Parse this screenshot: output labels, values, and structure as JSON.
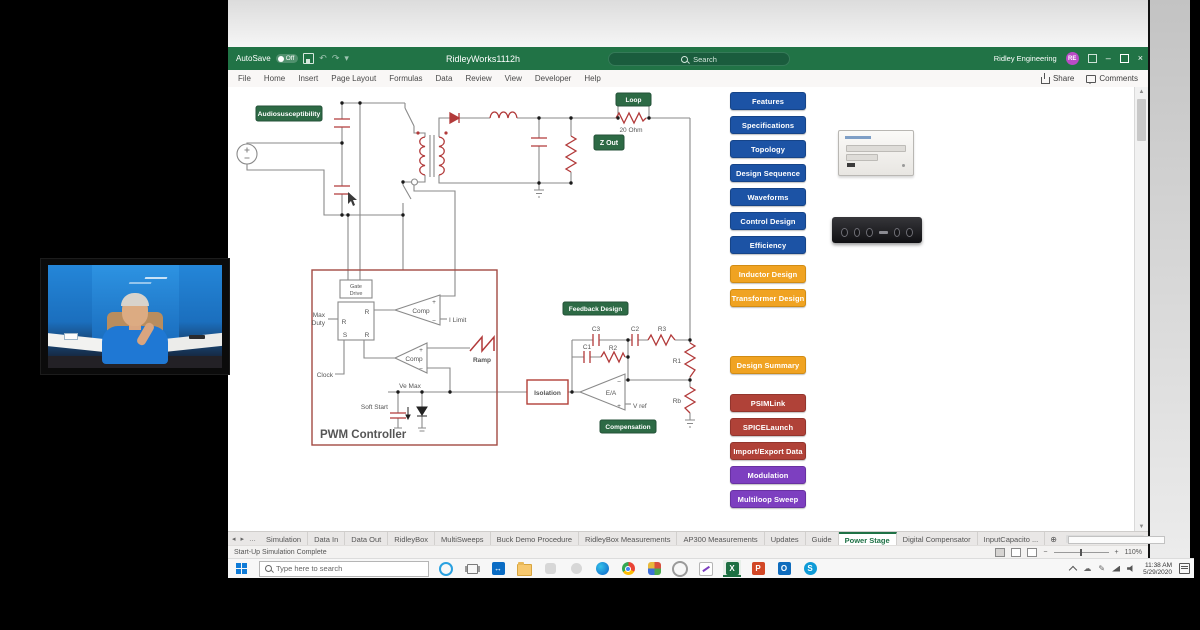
{
  "window": {
    "title": "RidleyWorks1112h",
    "autosave_label": "AutoSave",
    "autosave_state": "Off",
    "search_placeholder": "Search",
    "account_name": "Ridley Engineering",
    "account_initials": "RE",
    "share_label": "Share",
    "comments_label": "Comments",
    "controls": {
      "minimize": "–",
      "close": "×"
    },
    "ribbon_tabs": {
      "file": "File",
      "home": "Home",
      "insert": "Insert",
      "page_layout": "Page Layout",
      "formulas": "Formulas",
      "data": "Data",
      "review": "Review",
      "view": "View",
      "developer": "Developer",
      "help": "Help"
    }
  },
  "circuit": {
    "labels": {
      "audiosusceptibility": "Audiosusceptibility",
      "loop": "Loop",
      "loop_resistor": "20 Ohm",
      "z_out": "Z Out",
      "feedback_design": "Feedback Design",
      "compensation": "Compensation",
      "isolation": "Isolation",
      "pwm_title": "PWM Controller",
      "gate": "Gate",
      "drive": "Drive",
      "max": "Max",
      "duty": "Duty",
      "clock": "Clock",
      "soft_start": "Soft Start",
      "ve_max": "Ve Max",
      "comp": "Comp",
      "i_limit": "I Limit",
      "ramp": "Ramp",
      "error_amp": "E/A",
      "v_ref": "V ref",
      "latch_r": "R",
      "latch_s": "S",
      "c1": "C1",
      "c2": "C2",
      "c3": "C3",
      "r1": "R1",
      "r2": "R2",
      "r3": "R3",
      "rb": "Rb",
      "plus": "+",
      "minus": "−"
    }
  },
  "side_menu": {
    "buttons": [
      "Features",
      "Specifications",
      "Topology",
      "Design Sequence",
      "Waveforms",
      "Control Design",
      "Efficiency",
      "Inductor Design",
      "Transformer Design",
      "Design Summary",
      "PSIMLink",
      "SPICELaunch",
      "Import/Export Data",
      "Modulation",
      "Multiloop Sweep"
    ]
  },
  "sheet_tabs": {
    "nav": {
      "prev": "◂",
      "next": "▸",
      "more": "…",
      "add": "⊕"
    },
    "tabs": [
      "Simulation",
      "Data In",
      "Data Out",
      "RidleyBox",
      "MultiSweeps",
      "Buck Demo Procedure",
      "RidleyBox Measurements",
      "AP300 Measurements",
      "Updates",
      "Guide",
      "Power Stage",
      "Digital Compensator",
      "InputCapacito ..."
    ],
    "active": "Power Stage"
  },
  "status_bar": {
    "message": "Start-Up Simulation Complete",
    "zoom_out": "−",
    "zoom_in": "+",
    "zoom_level": "110%"
  },
  "taskbar": {
    "search_placeholder": "Type here to search",
    "time": "11:38 AM",
    "date": "5/29/2020",
    "app_letters": {
      "teamviewer": "↔",
      "excel": "X",
      "powerpoint": "P",
      "outlook": "O",
      "skype": "S"
    }
  },
  "colors": {
    "excel_green": "#217346",
    "button_blue": "#1c53a5",
    "button_orange": "#f0a322",
    "button_red": "#b04238",
    "button_purple": "#7d3fc0",
    "circuit_green": "#2d6a45",
    "component_red": "#b23a3a"
  }
}
